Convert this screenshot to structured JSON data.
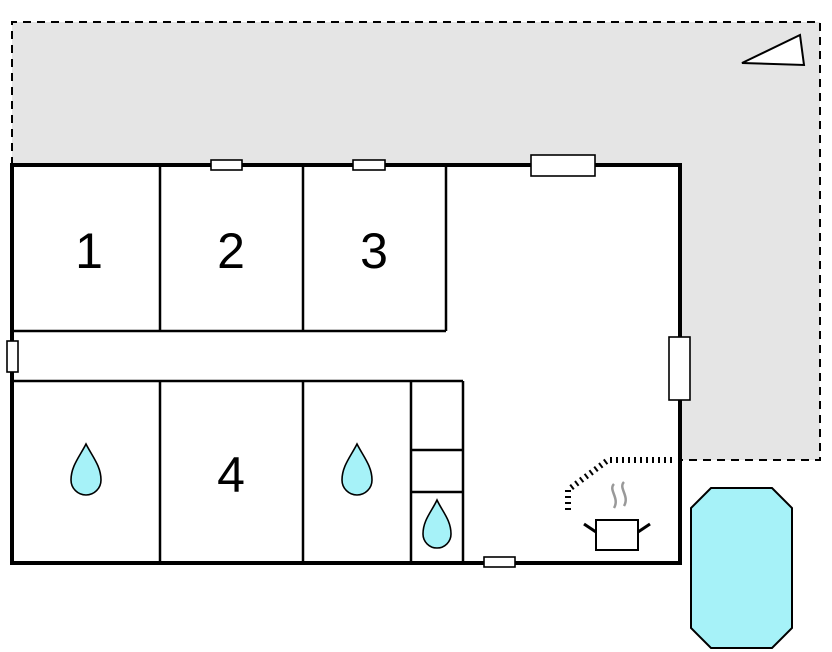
{
  "rooms": [
    {
      "id": "bedroom-1",
      "label": "1"
    },
    {
      "id": "bedroom-2",
      "label": "2"
    },
    {
      "id": "bedroom-3",
      "label": "3"
    },
    {
      "id": "bedroom-4",
      "label": "4"
    }
  ],
  "icons": {
    "north_arrow": "north-arrow-icon",
    "bathroom": "water-drop-icon",
    "kitchen": "cooking-pot-icon",
    "pool": "swimming-pool-icon"
  },
  "colors": {
    "terrace": "#e5e5e5",
    "water": "#a6f2f8",
    "walls": "#000000",
    "floor": "#ffffff"
  }
}
